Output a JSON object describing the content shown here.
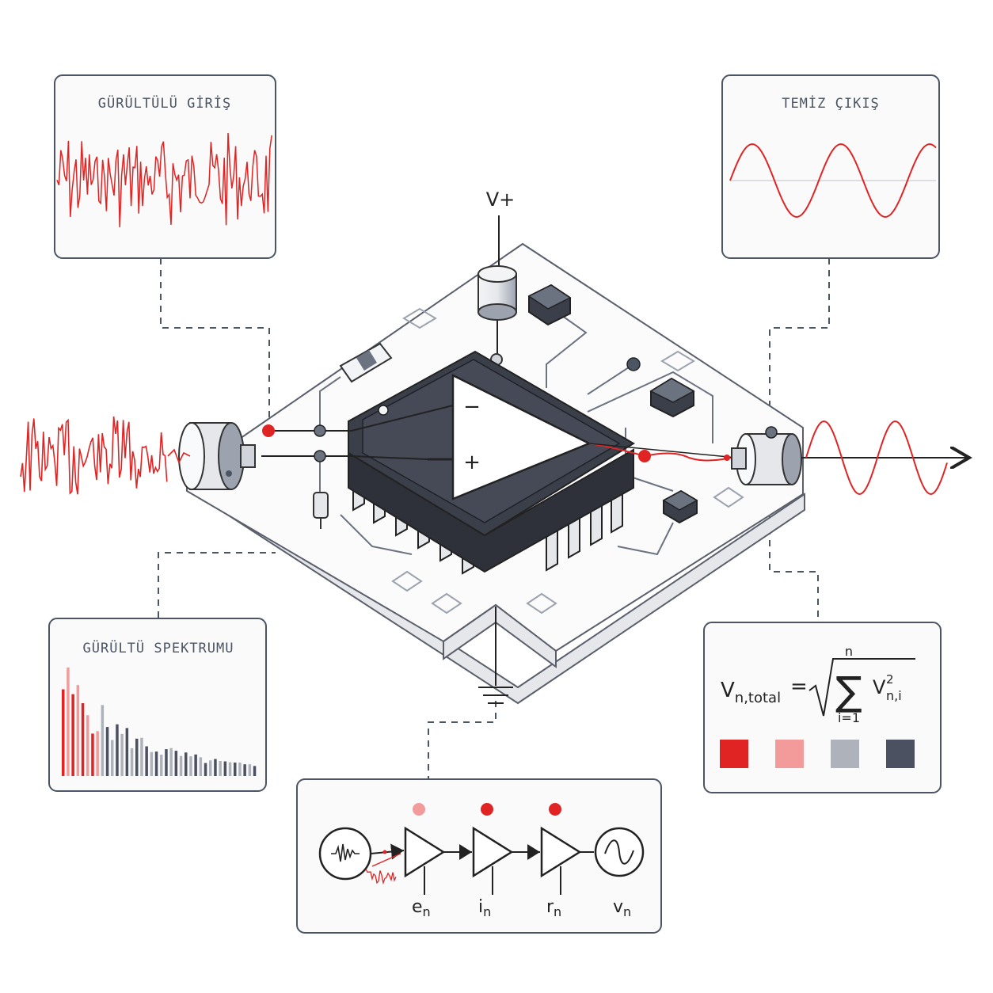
{
  "panels": {
    "noisy_input": {
      "title": "GÜRÜLTÜLÜ GİRİŞ"
    },
    "clean_output": {
      "title": "TEMİZ ÇIKIŞ"
    },
    "noise_spectrum": {
      "title": "GÜRÜLTÜ SPEKTRUMU"
    }
  },
  "supply": {
    "positive": "V+"
  },
  "opamp": {
    "inverting": "−",
    "non_inverting": "+"
  },
  "formula": {
    "lhs_base": "V",
    "lhs_sub": "n,total",
    "equals": "=",
    "sum_upper": "n",
    "sum_symbol": "∑",
    "sum_lower": "i=1",
    "term_base": "V",
    "term_sup": "2",
    "term_sub": "n,i"
  },
  "swatches": {
    "colors": [
      "#e02424",
      "#f39a9a",
      "#aeb3bb",
      "#4b5160"
    ]
  },
  "noise_chain": {
    "sources": [
      {
        "base": "e",
        "sub": "n",
        "dot_color": "#f39a9a"
      },
      {
        "base": "i",
        "sub": "n",
        "dot_color": "#e02424"
      },
      {
        "base": "r",
        "sub": "n",
        "dot_color": "#e02424"
      },
      {
        "base": "v",
        "sub": "n"
      }
    ]
  },
  "colors": {
    "signal_red": "#e02424",
    "chip_dark": "#3b3f4a",
    "outline": "#5a5f6b",
    "board": "#fbfbfc"
  }
}
